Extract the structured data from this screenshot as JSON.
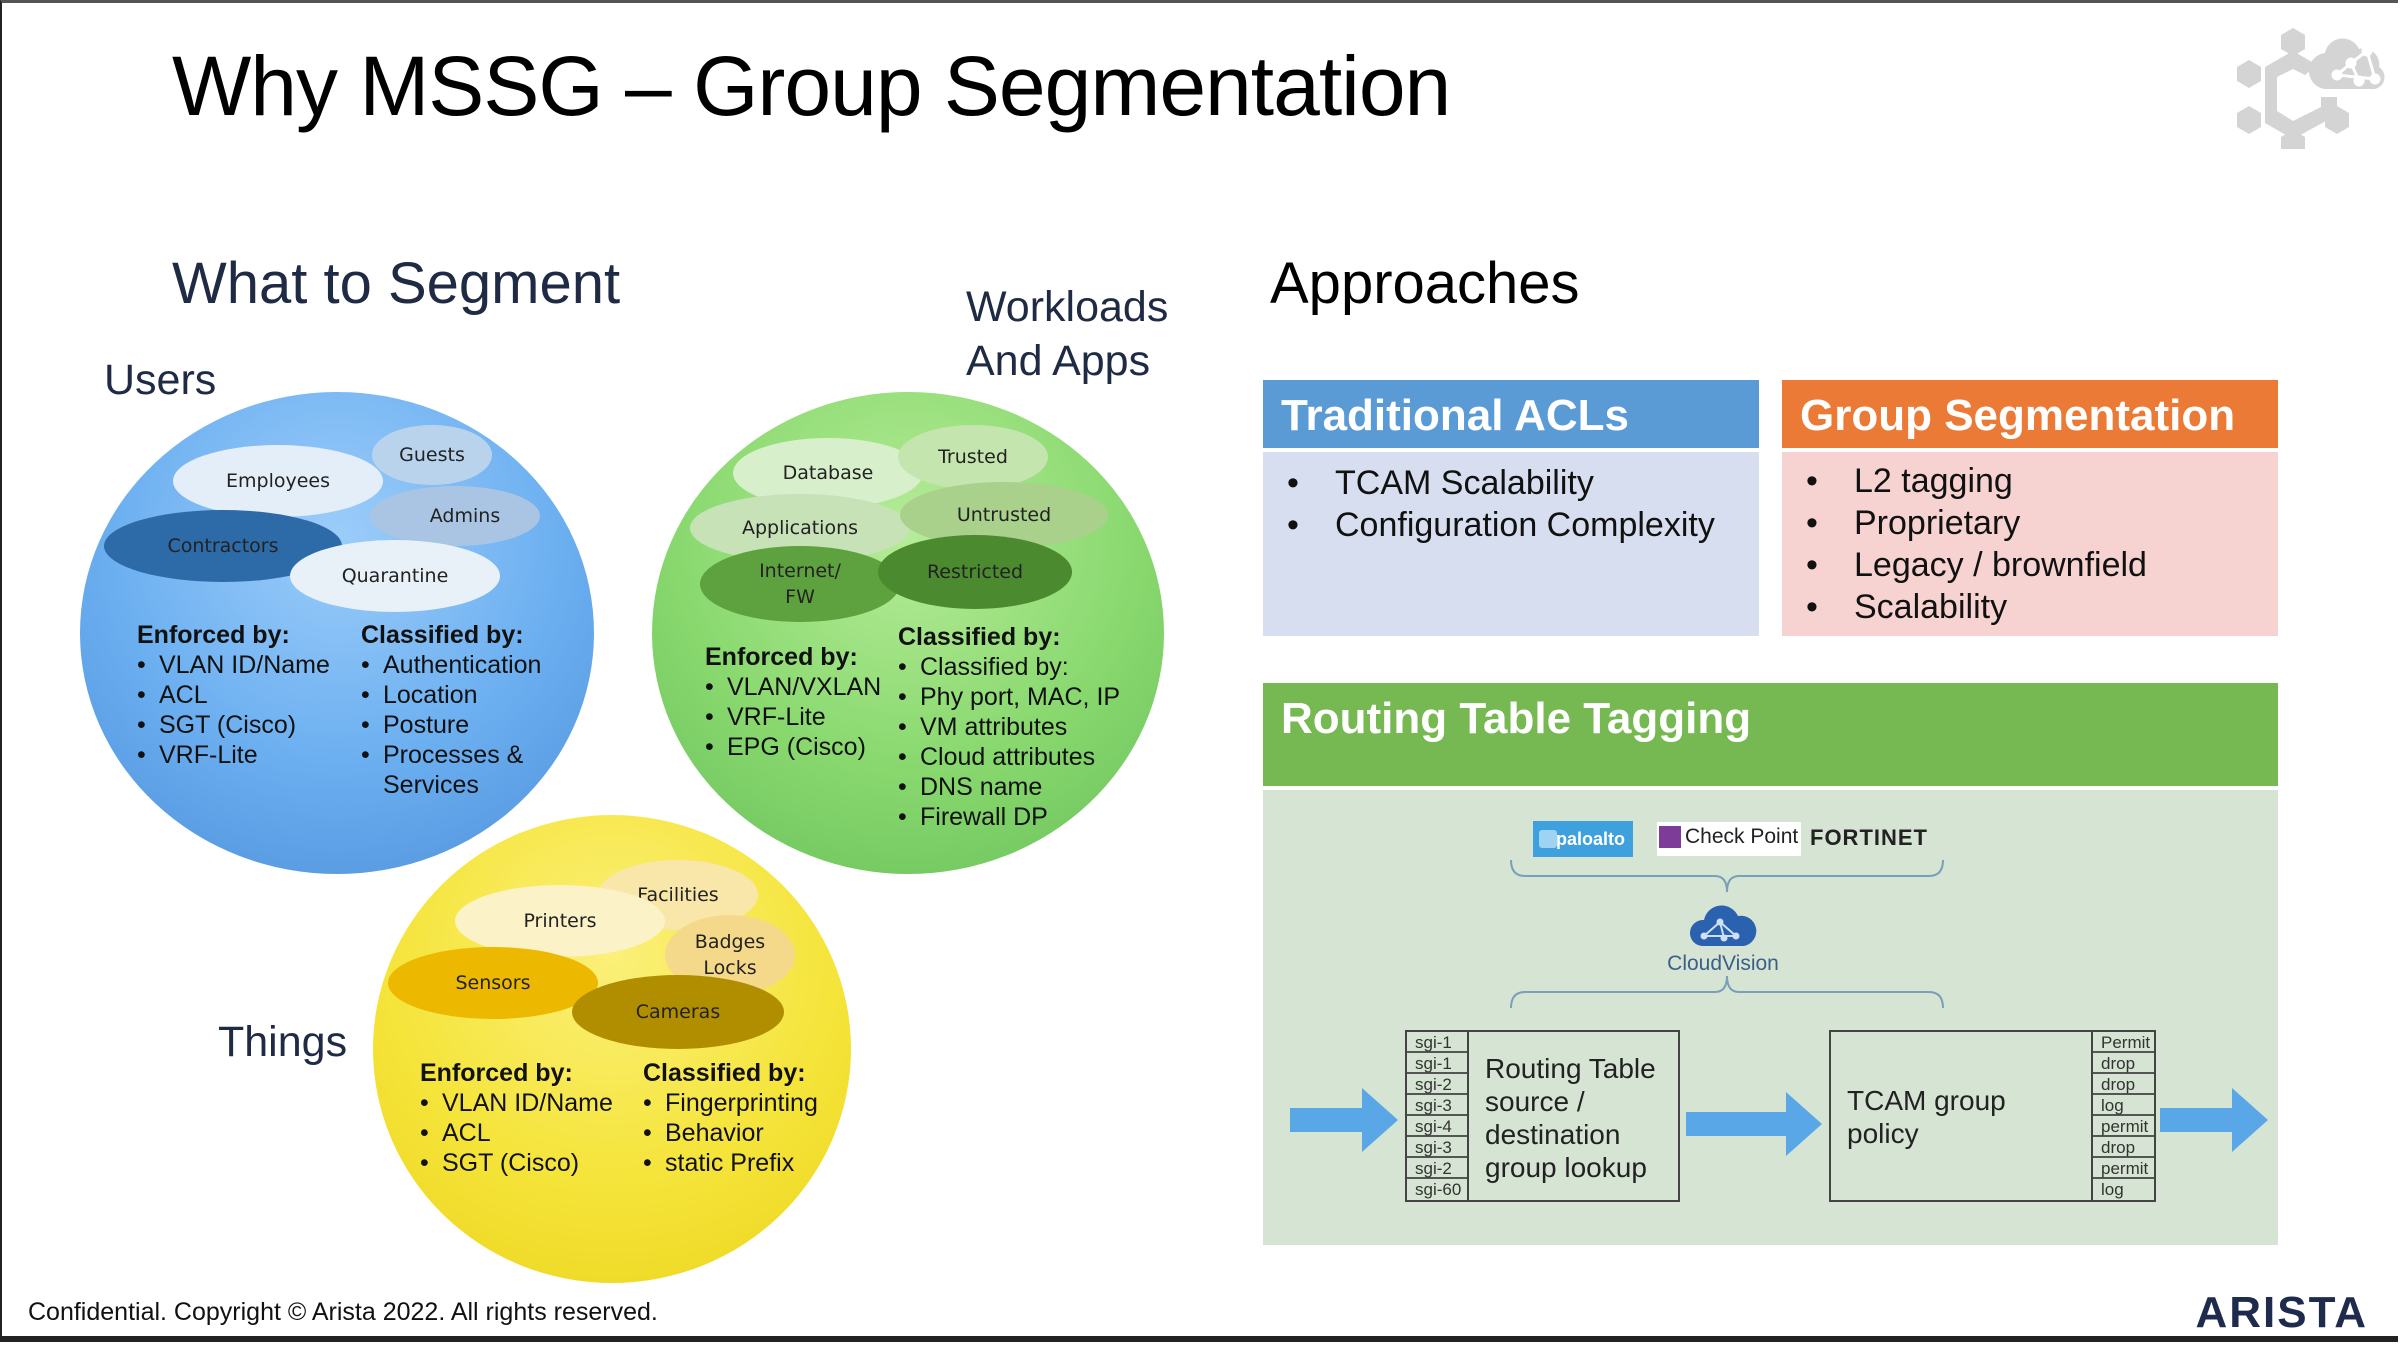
{
  "slide": {
    "title": "Why MSSG – Group Segmentation",
    "footer": "Confidential. Copyright © Arista 2022. All rights reserved.",
    "brand": "ARISTA",
    "corner_icon": "cloud-hexagon-logo-icon"
  },
  "what_to_segment": {
    "heading": "What to Segment",
    "users": {
      "label": "Users",
      "color": "#5aa0e6",
      "groups": [
        "Guests",
        "Employees",
        "Admins",
        "Contractors",
        "Quarantine"
      ],
      "enforced_title": "Enforced by:",
      "enforced": [
        "VLAN ID/Name",
        "ACL",
        "SGT (Cisco)",
        "VRF-Lite"
      ],
      "classified_title": "Classified by:",
      "classified": [
        "Authentication",
        "Location",
        "Posture",
        "Processes & Services"
      ]
    },
    "workloads": {
      "label_line1": "Workloads",
      "label_line2": "And Apps",
      "color": "#7ed36a",
      "groups": [
        "Database",
        "Trusted",
        "Applications",
        "Untrusted",
        "Internet/",
        "FW",
        "Restricted"
      ],
      "enforced_title": "Enforced by:",
      "enforced": [
        "VLAN/VXLAN",
        "VRF-Lite",
        "EPG (Cisco)"
      ],
      "classified_title": "Classified by:",
      "classified": [
        "Classified by:",
        "Phy port, MAC, IP",
        "VM attributes",
        "Cloud attributes",
        "DNS name",
        "Firewall DP"
      ]
    },
    "things": {
      "label": "Things",
      "color": "#f2e02a",
      "groups": [
        "Facilities",
        "Printers",
        "Badges",
        "Locks",
        "Sensors",
        "Cameras"
      ],
      "enforced_title": "Enforced by:",
      "enforced": [
        "VLAN ID/Name",
        "ACL",
        "SGT (Cisco)"
      ],
      "classified_title": "Classified by:",
      "classified": [
        "Fingerprinting",
        "Behavior",
        "static Prefix"
      ]
    }
  },
  "approaches": {
    "heading": "Approaches",
    "traditional": {
      "title": "Traditional ACLs",
      "header_color": "#5b9bd5",
      "body_color": "#d6deef",
      "items": [
        "TCAM Scalability",
        "Configuration Complexity"
      ]
    },
    "group_segmentation": {
      "title": "Group Segmentation",
      "header_color": "#ea7a35",
      "body_color": "#f6d3d0",
      "items": [
        "L2 tagging",
        "Proprietary",
        "Legacy / brownfield",
        "Scalability"
      ]
    },
    "routing": {
      "title": "Routing Table Tagging",
      "header_color": "#76b852",
      "body_color": "#d6e4d3",
      "vendors": [
        "paloalto",
        "Check Point",
        "FORTINET"
      ],
      "controller": "CloudVision",
      "lookup_box": {
        "tags": [
          "sgi-1",
          "sgi-1",
          "sgi-2",
          "sgi-3",
          "sgi-4",
          "sgi-3",
          "sgi-2",
          "sgi-60"
        ],
        "lines": [
          "Routing Table",
          "source /",
          "destination",
          "group lookup"
        ]
      },
      "policy_box": {
        "lines": [
          "TCAM group",
          "policy"
        ],
        "actions": [
          "Permit",
          "drop",
          "drop",
          "log",
          "permit",
          "drop",
          "permit",
          "log"
        ]
      }
    }
  }
}
